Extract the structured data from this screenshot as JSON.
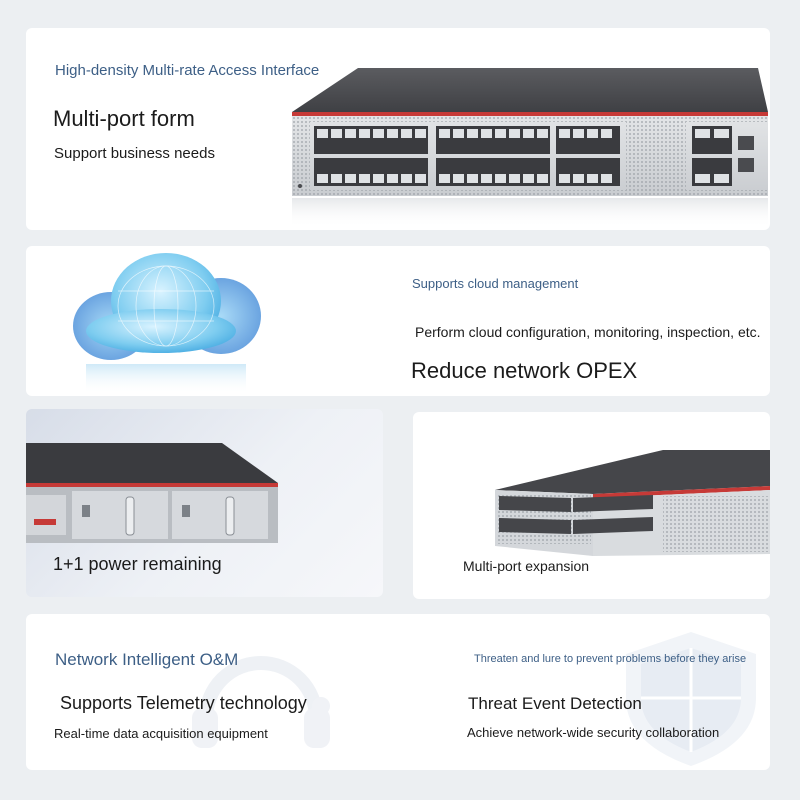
{
  "card1": {
    "label": "High-density Multi-rate Access Interface",
    "title": "Multi-port form",
    "subtitle": "Support business needs"
  },
  "card2": {
    "label": "Supports cloud management",
    "subtitle": "Perform cloud configuration, monitoring, inspection, etc.",
    "title": "Reduce network OPEX"
  },
  "card3": {
    "title": "1+1 power remaining"
  },
  "card4": {
    "title": "Multi-port expansion"
  },
  "card5": {
    "left": {
      "label": "Network Intelligent O&M",
      "title": "Supports Telemetry technology",
      "subtitle": "Real-time data acquisition equipment"
    },
    "right": {
      "label": "Threaten and lure to prevent problems before they arise",
      "title": "Threat Event Detection",
      "subtitle": "Achieve network-wide security collaboration"
    }
  },
  "colors": {
    "accent": "#3d5f86",
    "chassis_top": "#4a4b4f",
    "red_trim": "#c63a37",
    "cloud": "#55b7e6"
  },
  "icons": [
    "switch-front-image",
    "cloud-icon",
    "power-supply-image",
    "switch-angle-image",
    "headset-icon",
    "shield-icon"
  ]
}
